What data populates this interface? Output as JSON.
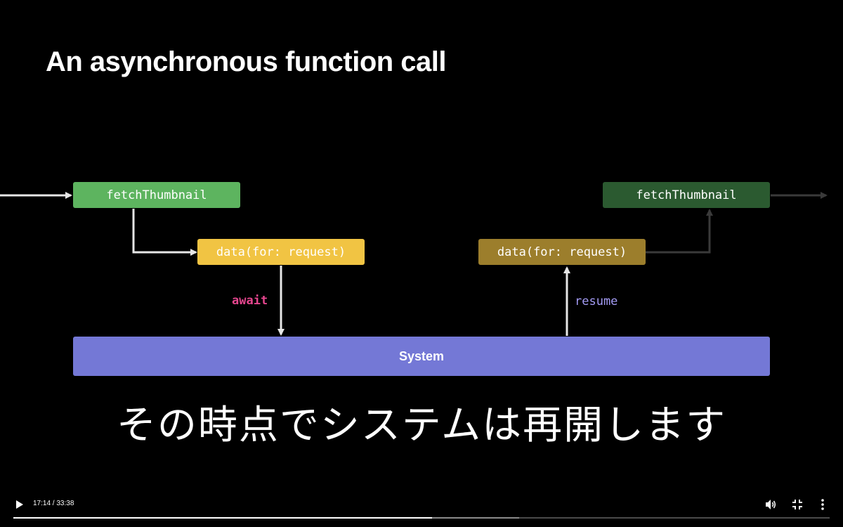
{
  "slide": {
    "title": "An asynchronous function call"
  },
  "diagram": {
    "fetch_left": {
      "label": "fetchThumbnail",
      "color": "#5db45f"
    },
    "data_left": {
      "label": "data(for: request)",
      "color": "#f1c443"
    },
    "await_label": {
      "text": "await",
      "color": "#e5468e"
    },
    "resume_label": {
      "text": "resume",
      "color": "#a49cf5"
    },
    "data_right": {
      "label": "data(for: request)",
      "color": "#9c7e2c"
    },
    "fetch_right": {
      "label": "fetchThumbnail",
      "color": "#2b5a30"
    },
    "system": {
      "label": "System",
      "color": "#7478d6"
    }
  },
  "subtitle": "その時点でシステムは再開します",
  "player": {
    "time": "17:14 / 33:38",
    "progress_fraction": 0.513,
    "buffered_fraction": 0.62,
    "icons": [
      "play-icon",
      "volume-icon",
      "exit-fullscreen-icon",
      "more-icon"
    ]
  }
}
